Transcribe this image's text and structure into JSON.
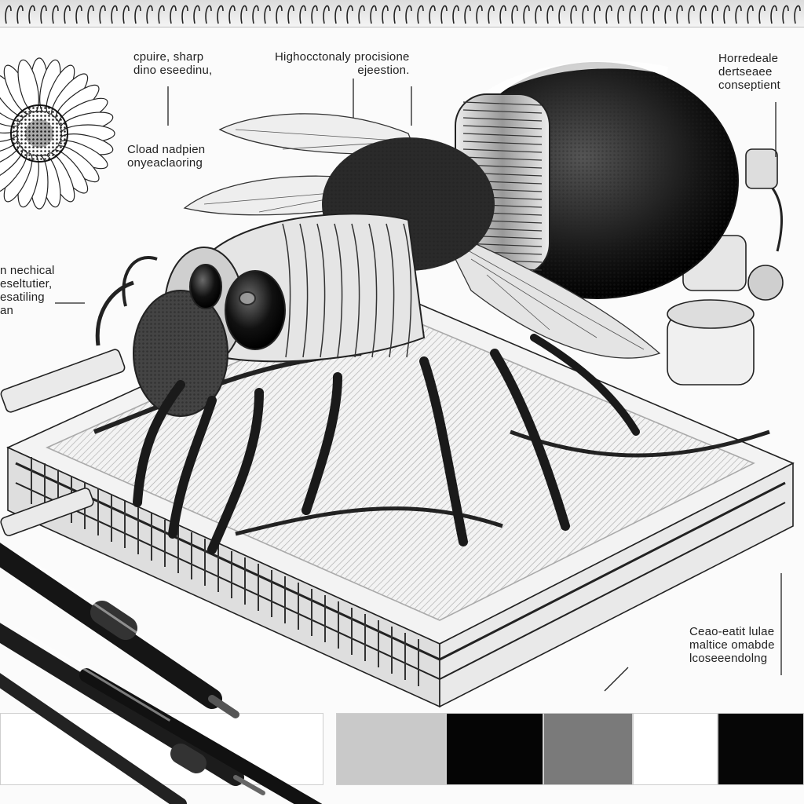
{
  "annotations": {
    "top_left": {
      "line1": "cpuire, sharp",
      "line2": "dino eseedinu,"
    },
    "mid_left": {
      "line1": "Cload nadpien",
      "line2": "onyeaclaoring"
    },
    "top_center": {
      "line1": "Highocctonaly procisione",
      "line2": "ejeestion."
    },
    "top_right": {
      "line1": "Horredeale",
      "line2": "dertseaee",
      "line3": "conseptient"
    },
    "left_edge": {
      "line1": "n nechical",
      "line2": "eseltutier,",
      "line3": "esatiling",
      "line4": "an"
    },
    "bottom_right": {
      "line1": "Ceao-eatit lulae",
      "line2": "maltice omabde",
      "line3": "lcoseeendolng"
    }
  },
  "swatches": [
    {
      "name": "white",
      "color": "#ffffff"
    },
    {
      "name": "light-gray",
      "color": "#c9c9c9"
    },
    {
      "name": "black",
      "color": "#050505"
    },
    {
      "name": "mid-gray",
      "color": "#7a7a7a"
    },
    {
      "name": "white",
      "color": "#ffffff"
    },
    {
      "name": "black",
      "color": "#060606"
    }
  ],
  "icons": {
    "flower": "daisy-sketch-icon",
    "bee": "mechanical-bee-illustration",
    "pens": "drawing-pens-icon"
  }
}
